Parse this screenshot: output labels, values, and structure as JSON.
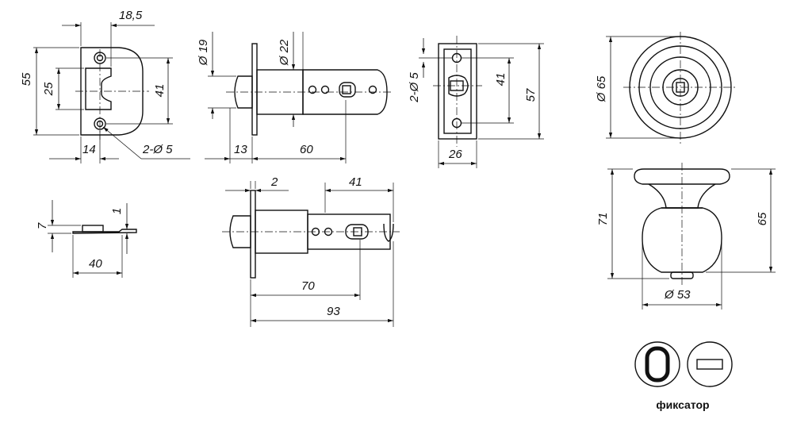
{
  "strike_plate": {
    "width_18_5": "18,5",
    "height_55": "55",
    "height_25": "25",
    "height_41": "41",
    "width_14": "14",
    "holes": "2-Ø 5"
  },
  "strike_side": {
    "height_7": "7",
    "thickness_1": "1",
    "width_40": "40"
  },
  "latch_top": {
    "dia_19": "Ø 19",
    "dia_22": "Ø 22",
    "len_13": "13",
    "len_60": "60"
  },
  "latch_bottom": {
    "plate_2": "2",
    "len_41": "41",
    "len_70": "70",
    "len_93": "93"
  },
  "faceplate": {
    "holes": "2-Ø 5",
    "height_41": "41",
    "height_57": "57",
    "width_26": "26"
  },
  "rosette": {
    "dia_65": "Ø 65"
  },
  "knob": {
    "height_71": "71",
    "height_65": "65",
    "dia_53": "Ø 53"
  },
  "indicator": {
    "caption": "фиксатор"
  }
}
